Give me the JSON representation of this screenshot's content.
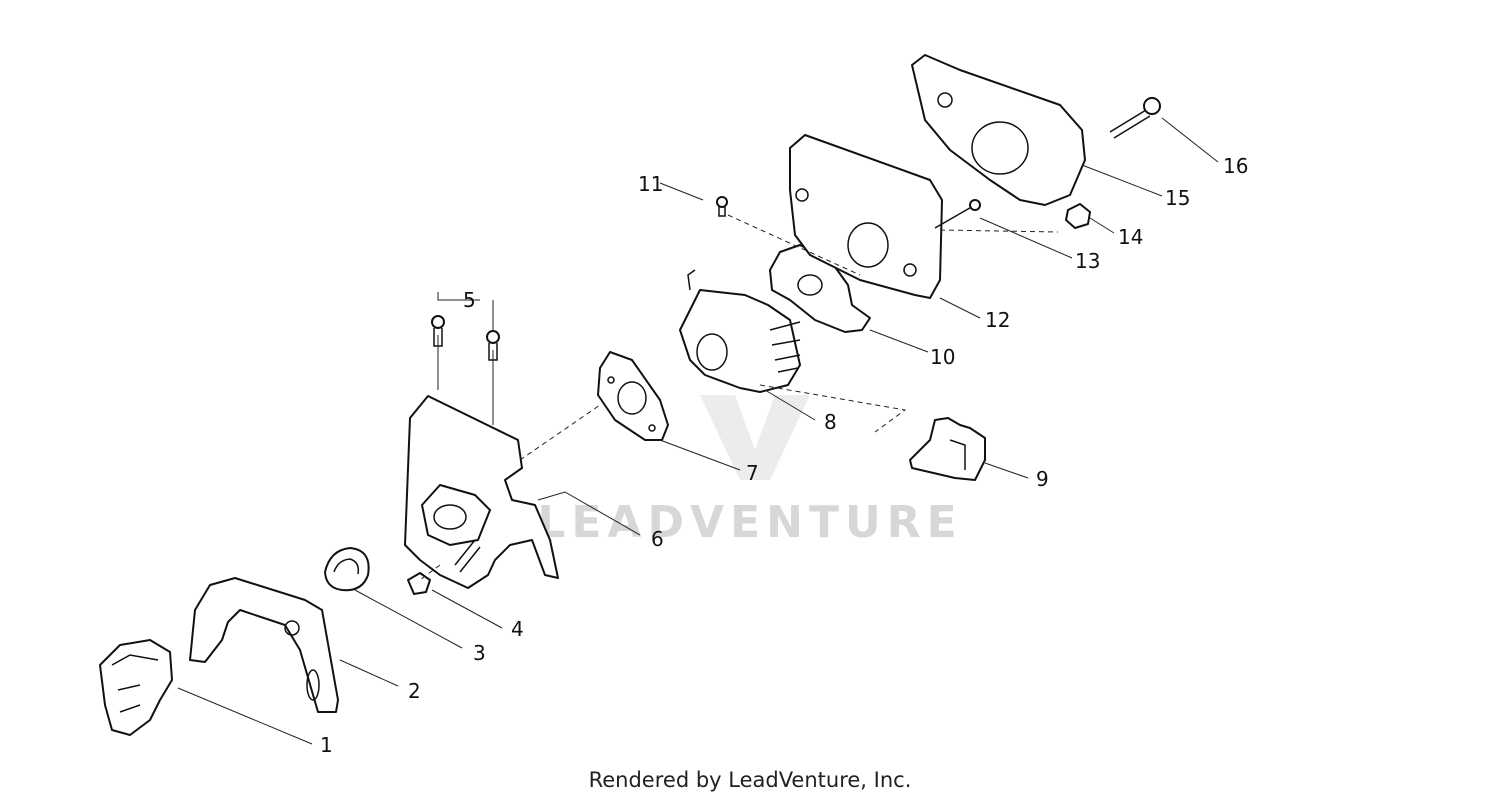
{
  "diagram": {
    "callouts": [
      {
        "id": "1",
        "label": "1"
      },
      {
        "id": "2",
        "label": "2"
      },
      {
        "id": "3",
        "label": "3"
      },
      {
        "id": "4",
        "label": "4"
      },
      {
        "id": "5",
        "label": "5"
      },
      {
        "id": "6",
        "label": "6"
      },
      {
        "id": "7",
        "label": "7"
      },
      {
        "id": "8",
        "label": "8"
      },
      {
        "id": "9",
        "label": "9"
      },
      {
        "id": "10",
        "label": "10"
      },
      {
        "id": "11",
        "label": "11"
      },
      {
        "id": "12",
        "label": "12"
      },
      {
        "id": "13",
        "label": "13"
      },
      {
        "id": "14",
        "label": "14"
      },
      {
        "id": "15",
        "label": "15"
      },
      {
        "id": "16",
        "label": "16"
      }
    ],
    "watermark": "LEADVENTURE"
  },
  "footer": {
    "credit": "Rendered by LeadVenture, Inc."
  }
}
